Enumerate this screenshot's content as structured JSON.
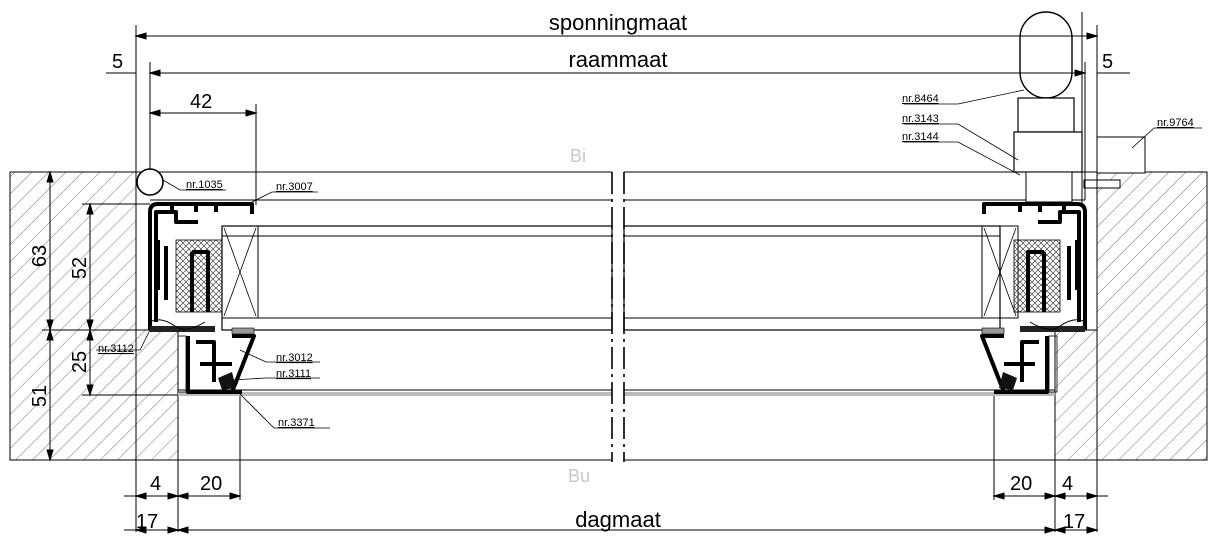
{
  "dimensions": {
    "sponningmaat": "sponningmaat",
    "raammaat": "raammaat",
    "dagmaat": "dagmaat",
    "left_offset_5": "5",
    "right_offset_5": "5",
    "width_42": "42",
    "height_63": "63",
    "height_52": "52",
    "height_25": "25",
    "height_51": "51",
    "left_4": "4",
    "left_20": "20",
    "right_20": "20",
    "right_4": "4",
    "left_17": "17",
    "right_17": "17"
  },
  "sides": {
    "inside": "Bi",
    "outside": "Bu"
  },
  "parts": {
    "p1035": "nr.1035",
    "p3007": "nr.3007",
    "p3112": "nr.3112",
    "p3012": "nr.3012",
    "p3111": "nr.3111",
    "p3371": "nr.3371",
    "p8464": "nr.8464",
    "p3143": "nr.3143",
    "p3144": "nr.3144",
    "p9764": "nr.9764"
  }
}
